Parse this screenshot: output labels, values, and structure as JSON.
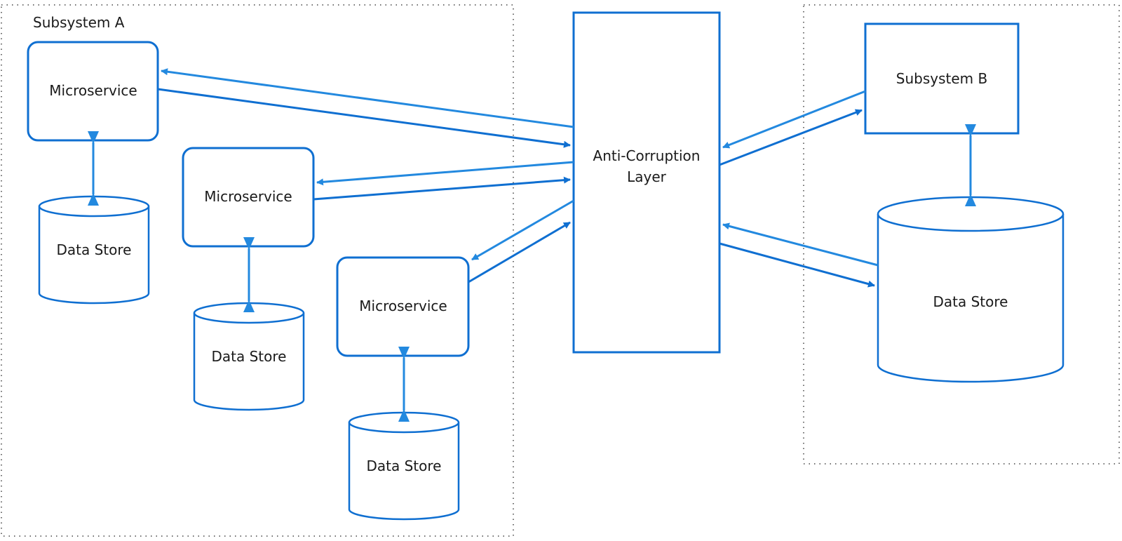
{
  "colors": {
    "primary": "#0f6fd1",
    "light": "#2389df",
    "background": "#ffffff",
    "boundary": "#444444"
  },
  "subsystem_a": {
    "label": "Subsystem A",
    "services": [
      {
        "label": "Microservice",
        "store_label": "Data Store"
      },
      {
        "label": "Microservice",
        "store_label": "Data Store"
      },
      {
        "label": "Microservice",
        "store_label": "Data Store"
      }
    ]
  },
  "acl": {
    "line1": "Anti-Corruption",
    "line2": "Layer"
  },
  "subsystem_b": {
    "label": "Subsystem B",
    "store_label": "Data Store"
  }
}
